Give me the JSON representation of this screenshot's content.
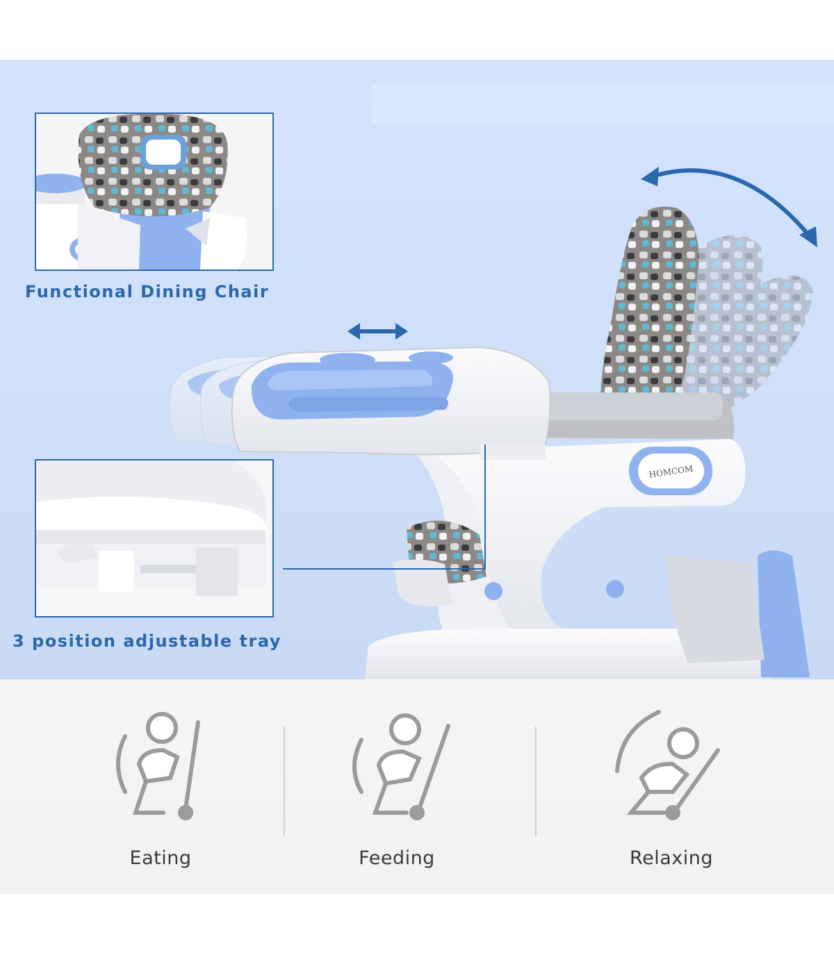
{
  "insets": {
    "top_caption": "Functional Dining Chair",
    "bottom_caption": "3 position adjustable tray"
  },
  "brand": {
    "logo_text": "HOMCOM"
  },
  "positions": [
    {
      "label": "Eating",
      "icon": "recline-eating-icon"
    },
    {
      "label": "Feeding",
      "icon": "recline-feeding-icon"
    },
    {
      "label": "Relaxing",
      "icon": "recline-relaxing-icon"
    }
  ],
  "colors": {
    "accent": "#2a67ad",
    "band_blue": "#d4e3fb",
    "chair_blue": "#8fb2ef",
    "fabric_grey": "#8e8a88"
  }
}
